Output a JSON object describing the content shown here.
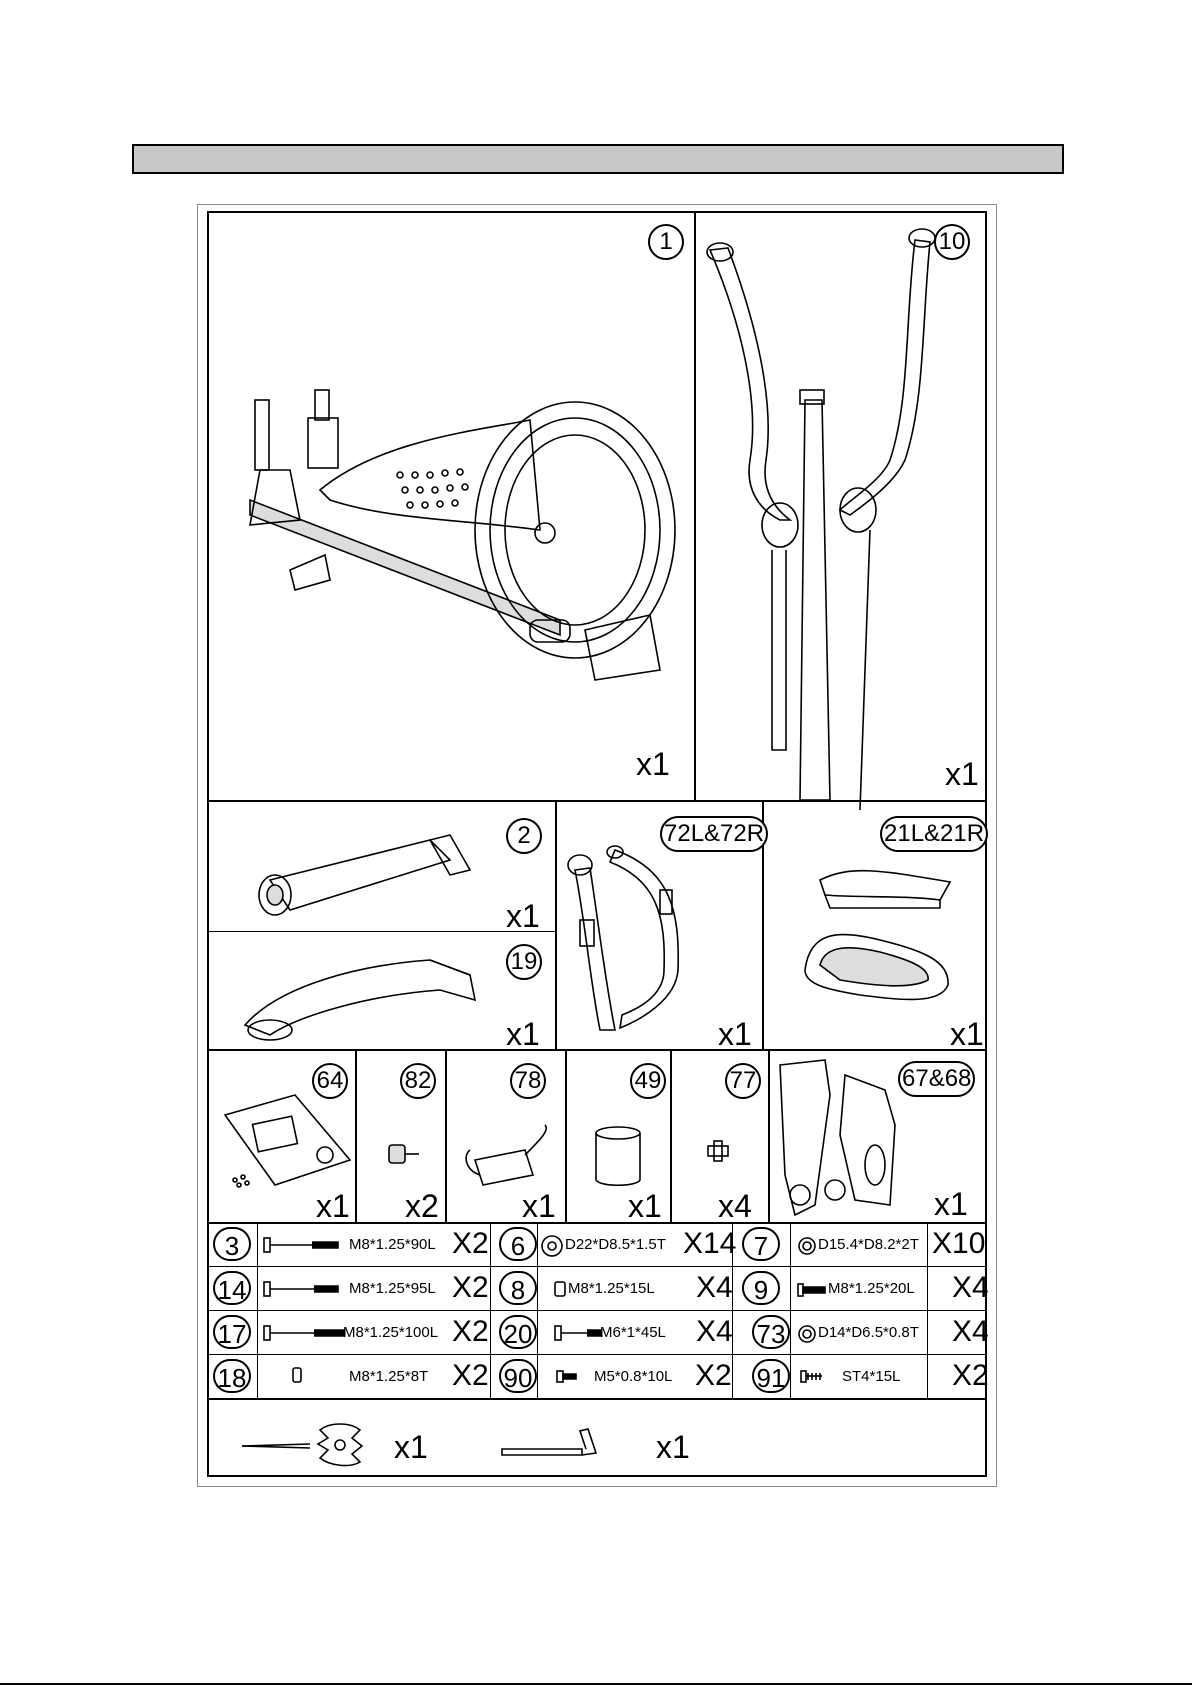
{
  "parts": [
    {
      "id": "1",
      "qty": "x1",
      "icon": "elliptical-frame-icon"
    },
    {
      "id": "10",
      "qty": "x1",
      "icon": "handlebar-post-icon"
    },
    {
      "id": "2",
      "qty": "x1",
      "icon": "front-stabilizer-icon"
    },
    {
      "id": "19",
      "qty": "x1",
      "icon": "rear-stabilizer-icon"
    },
    {
      "id": "72L&72R",
      "qty": "x1",
      "icon": "pedal-arm-icon"
    },
    {
      "id": "21L&21R",
      "qty": "x1",
      "icon": "foot-pedal-icon"
    },
    {
      "id": "64",
      "qty": "x1",
      "icon": "console-icon"
    },
    {
      "id": "82",
      "qty": "x2",
      "icon": "knob-icon"
    },
    {
      "id": "78",
      "qty": "x1",
      "icon": "adapter-icon"
    },
    {
      "id": "49",
      "qty": "x1",
      "icon": "cap-icon"
    },
    {
      "id": "77",
      "qty": "x4",
      "icon": "clip-icon"
    },
    {
      "id": "67&68",
      "qty": "x1",
      "icon": "side-cover-icon"
    }
  ],
  "hardware": [
    [
      {
        "id": "3",
        "spec": "M8*1.25*90L",
        "qty": "X2",
        "icon": "bolt-icon"
      },
      {
        "id": "6",
        "spec": "D22*D8.5*1.5T",
        "qty": "X14",
        "icon": "washer-icon"
      },
      {
        "id": "7",
        "spec": "D15.4*D8.2*2T",
        "qty": "X10",
        "icon": "washer-icon"
      }
    ],
    [
      {
        "id": "14",
        "spec": "M8*1.25*95L",
        "qty": "X2",
        "icon": "bolt-icon"
      },
      {
        "id": "8",
        "spec": "M8*1.25*15L",
        "qty": "X4",
        "icon": "nut-icon"
      },
      {
        "id": "9",
        "spec": "M8*1.25*20L",
        "qty": "X4",
        "icon": "screw-icon"
      }
    ],
    [
      {
        "id": "17",
        "spec": "M8*1.25*100L",
        "qty": "X2",
        "icon": "bolt-icon"
      },
      {
        "id": "20",
        "spec": "M6*1*45L",
        "qty": "X4",
        "icon": "bolt-icon"
      },
      {
        "id": "73",
        "spec": "D14*D6.5*0.8T",
        "qty": "X4",
        "icon": "washer-icon"
      }
    ],
    [
      {
        "id": "18",
        "spec": "M8*1.25*8T",
        "qty": "X2",
        "icon": "nut-icon"
      },
      {
        "id": "90",
        "spec": "M5*0.8*10L",
        "qty": "X2",
        "icon": "screw-icon"
      },
      {
        "id": "91",
        "spec": "ST4*15L",
        "qty": "X2",
        "icon": "screw-icon"
      }
    ]
  ],
  "tools": [
    {
      "qty": "x1",
      "icon": "wrench-screwdriver-icon"
    },
    {
      "qty": "x1",
      "icon": "allen-key-icon"
    }
  ]
}
